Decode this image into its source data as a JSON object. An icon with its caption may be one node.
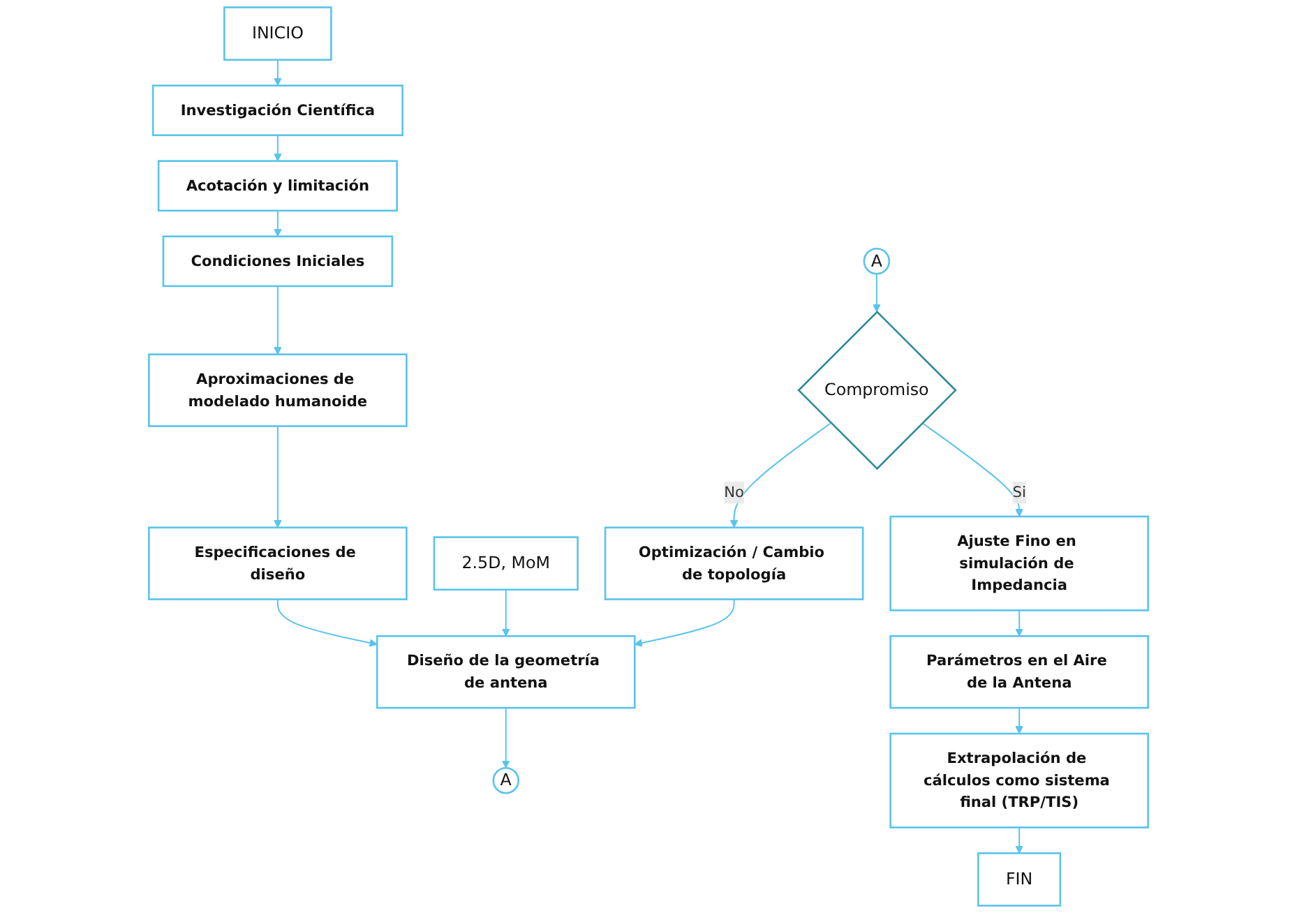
{
  "diagram": {
    "nodes": [
      {
        "text": [
          "INICIO"
        ]
      },
      {
        "text": [
          "Investigación Científica"
        ]
      },
      {
        "text": [
          "Acotación y limitación"
        ]
      },
      {
        "text": [
          "Condiciones Iniciales"
        ]
      },
      {
        "text": [
          "Aproximaciones de modelado humanoide"
        ]
      },
      {
        "text": [
          "Especificaciones de diseño"
        ]
      },
      {
        "text": [
          "2.5D, MoM"
        ]
      },
      {
        "text": [
          "Diseño de la geometría de antena"
        ]
      },
      {
        "text": [
          "A"
        ]
      },
      {
        "text": [
          "Optimización / Cambio de topología"
        ]
      },
      {
        "text": [
          "A"
        ]
      },
      {
        "text": [
          "Compromiso"
        ]
      },
      {
        "text": [
          "Ajuste Fino en simulación de Impedancia"
        ]
      },
      {
        "text": [
          "Parámetros en el Aire de la Antena"
        ]
      },
      {
        "text": [
          "Extrapolación de cálculos como sistema final (TRP/TIS)"
        ]
      },
      {
        "text": [
          "FIN"
        ]
      }
    ],
    "edges": [
      {
        "from": 0,
        "to": 1,
        "arrow": "to"
      },
      {
        "from": 1,
        "to": 2,
        "arrow": "to"
      },
      {
        "from": 2,
        "to": 3,
        "arrow": "to"
      },
      {
        "from": 3,
        "to": 4,
        "arrow": "to"
      },
      {
        "from": 4,
        "to": 5,
        "arrow": "to"
      },
      {
        "from": 5,
        "to": 7,
        "arrow": "to"
      },
      {
        "from": 6,
        "to": 7,
        "arrow": "to"
      },
      {
        "from": 7,
        "to": 8,
        "arrow": "to"
      },
      {
        "from": 10,
        "to": 11,
        "arrow": "to"
      },
      {
        "from": 11,
        "to": 9,
        "arrow": "to",
        "label": "No"
      },
      {
        "from": 11,
        "to": 12,
        "arrow": "to",
        "label": "Si"
      },
      {
        "from": 12,
        "to": 13,
        "arrow": "to"
      },
      {
        "from": 13,
        "to": 14,
        "arrow": "to"
      },
      {
        "from": 14,
        "to": 15,
        "arrow": "to"
      },
      {
        "from": 9,
        "to": 7,
        "arrow": "to"
      }
    ]
  }
}
